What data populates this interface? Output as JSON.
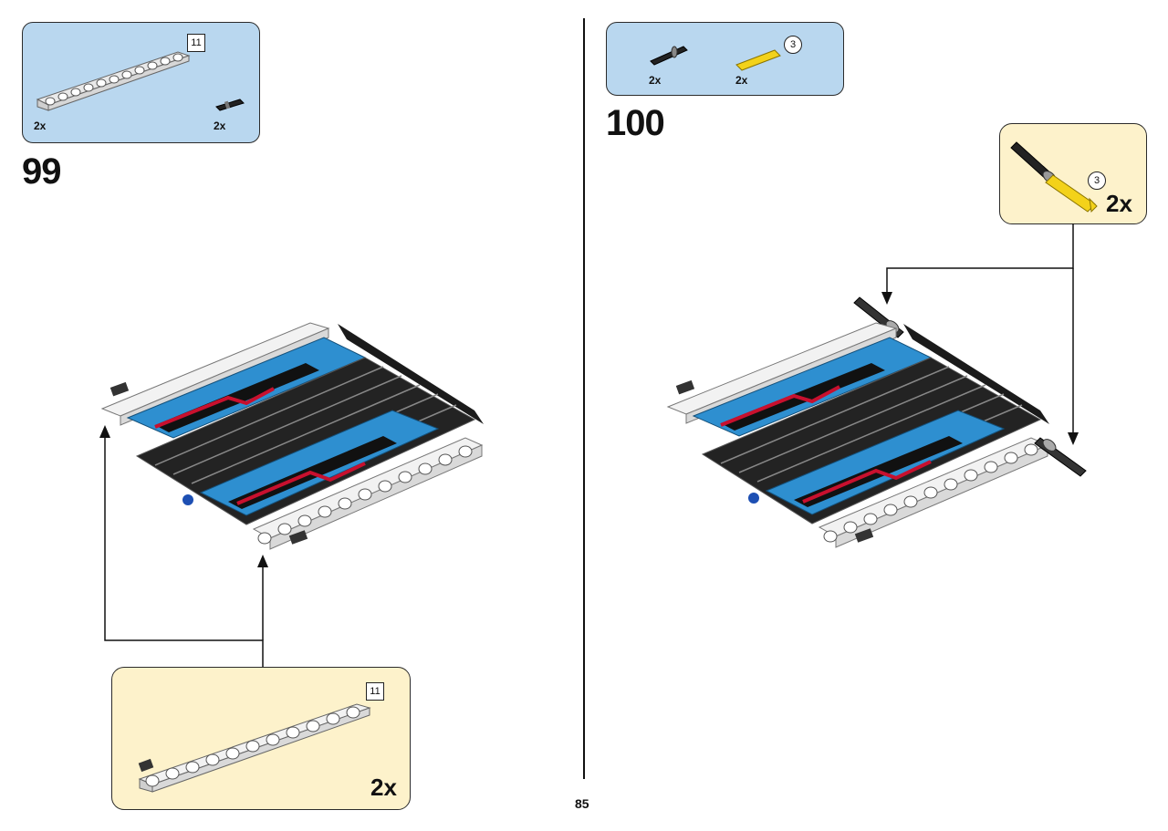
{
  "page": {
    "number": "85"
  },
  "steps": [
    {
      "number": "99",
      "parts": [
        {
          "name": "white 11-hole beam",
          "quantity": "2x",
          "length": "11",
          "icon": "beam-11-icon"
        },
        {
          "name": "black pin",
          "quantity": "2x",
          "icon": "pin-icon"
        }
      ],
      "subassembly": {
        "quantity": "2x",
        "length": "11"
      }
    },
    {
      "number": "100",
      "parts": [
        {
          "name": "black axle pin",
          "quantity": "2x",
          "icon": "axle-pin-icon"
        },
        {
          "name": "yellow 3-axle",
          "quantity": "2x",
          "length": "3",
          "icon": "axle-3-icon"
        }
      ],
      "subassembly": {
        "quantity": "2x",
        "length": "3"
      }
    }
  ],
  "colors": {
    "parts_box": "#b9d7ef",
    "subassembly_box": "#fdf2cb",
    "beam_blue": "#2e8fd0",
    "tread_black": "#1b1b1b",
    "accent_red": "#c8102e",
    "axle_yellow": "#f3d21a"
  }
}
